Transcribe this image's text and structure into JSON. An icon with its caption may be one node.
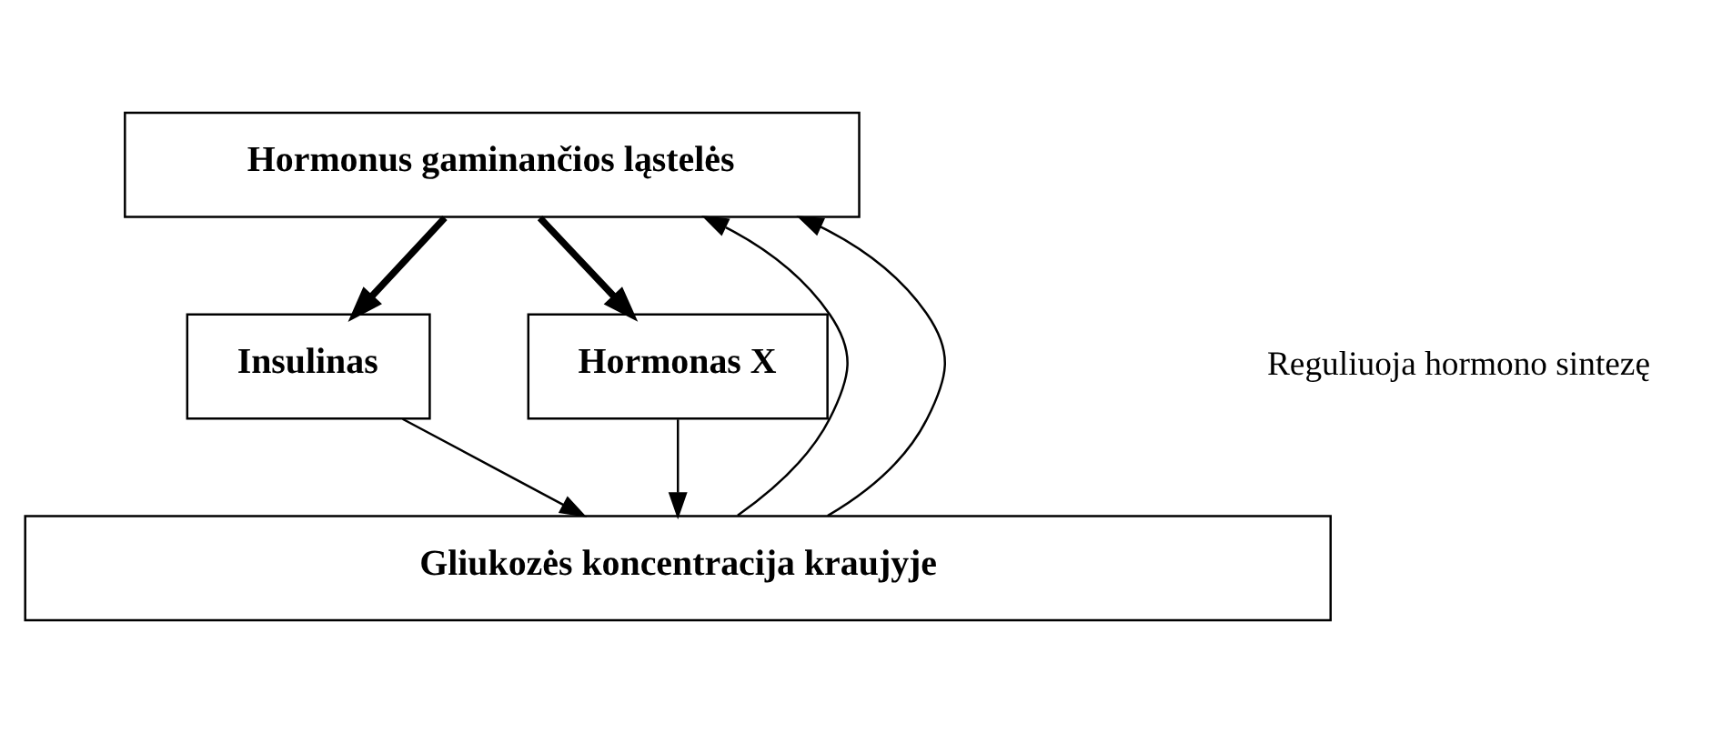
{
  "diagram": {
    "nodes": [
      {
        "text": [
          "Hormonus gaminančios ląstelės"
        ]
      },
      {
        "text": [
          "Insulinas"
        ]
      },
      {
        "text": [
          "Hormonas X"
        ]
      },
      {
        "text": [
          "Gliukozės koncentracija kraujyje"
        ]
      }
    ],
    "edges": [
      {
        "from": 0,
        "to": 1,
        "arrow": "to",
        "style": "thick"
      },
      {
        "from": 0,
        "to": 2,
        "arrow": "to",
        "style": "thick"
      },
      {
        "from": 1,
        "to": 3,
        "arrow": "to"
      },
      {
        "from": 2,
        "to": 3,
        "arrow": "to"
      },
      {
        "from": 3,
        "to": 0,
        "arrow": "to"
      },
      {
        "from": 3,
        "to": 0,
        "arrow": "to"
      }
    ],
    "labels": [
      "Reguliuoja hormono sintezę"
    ]
  }
}
